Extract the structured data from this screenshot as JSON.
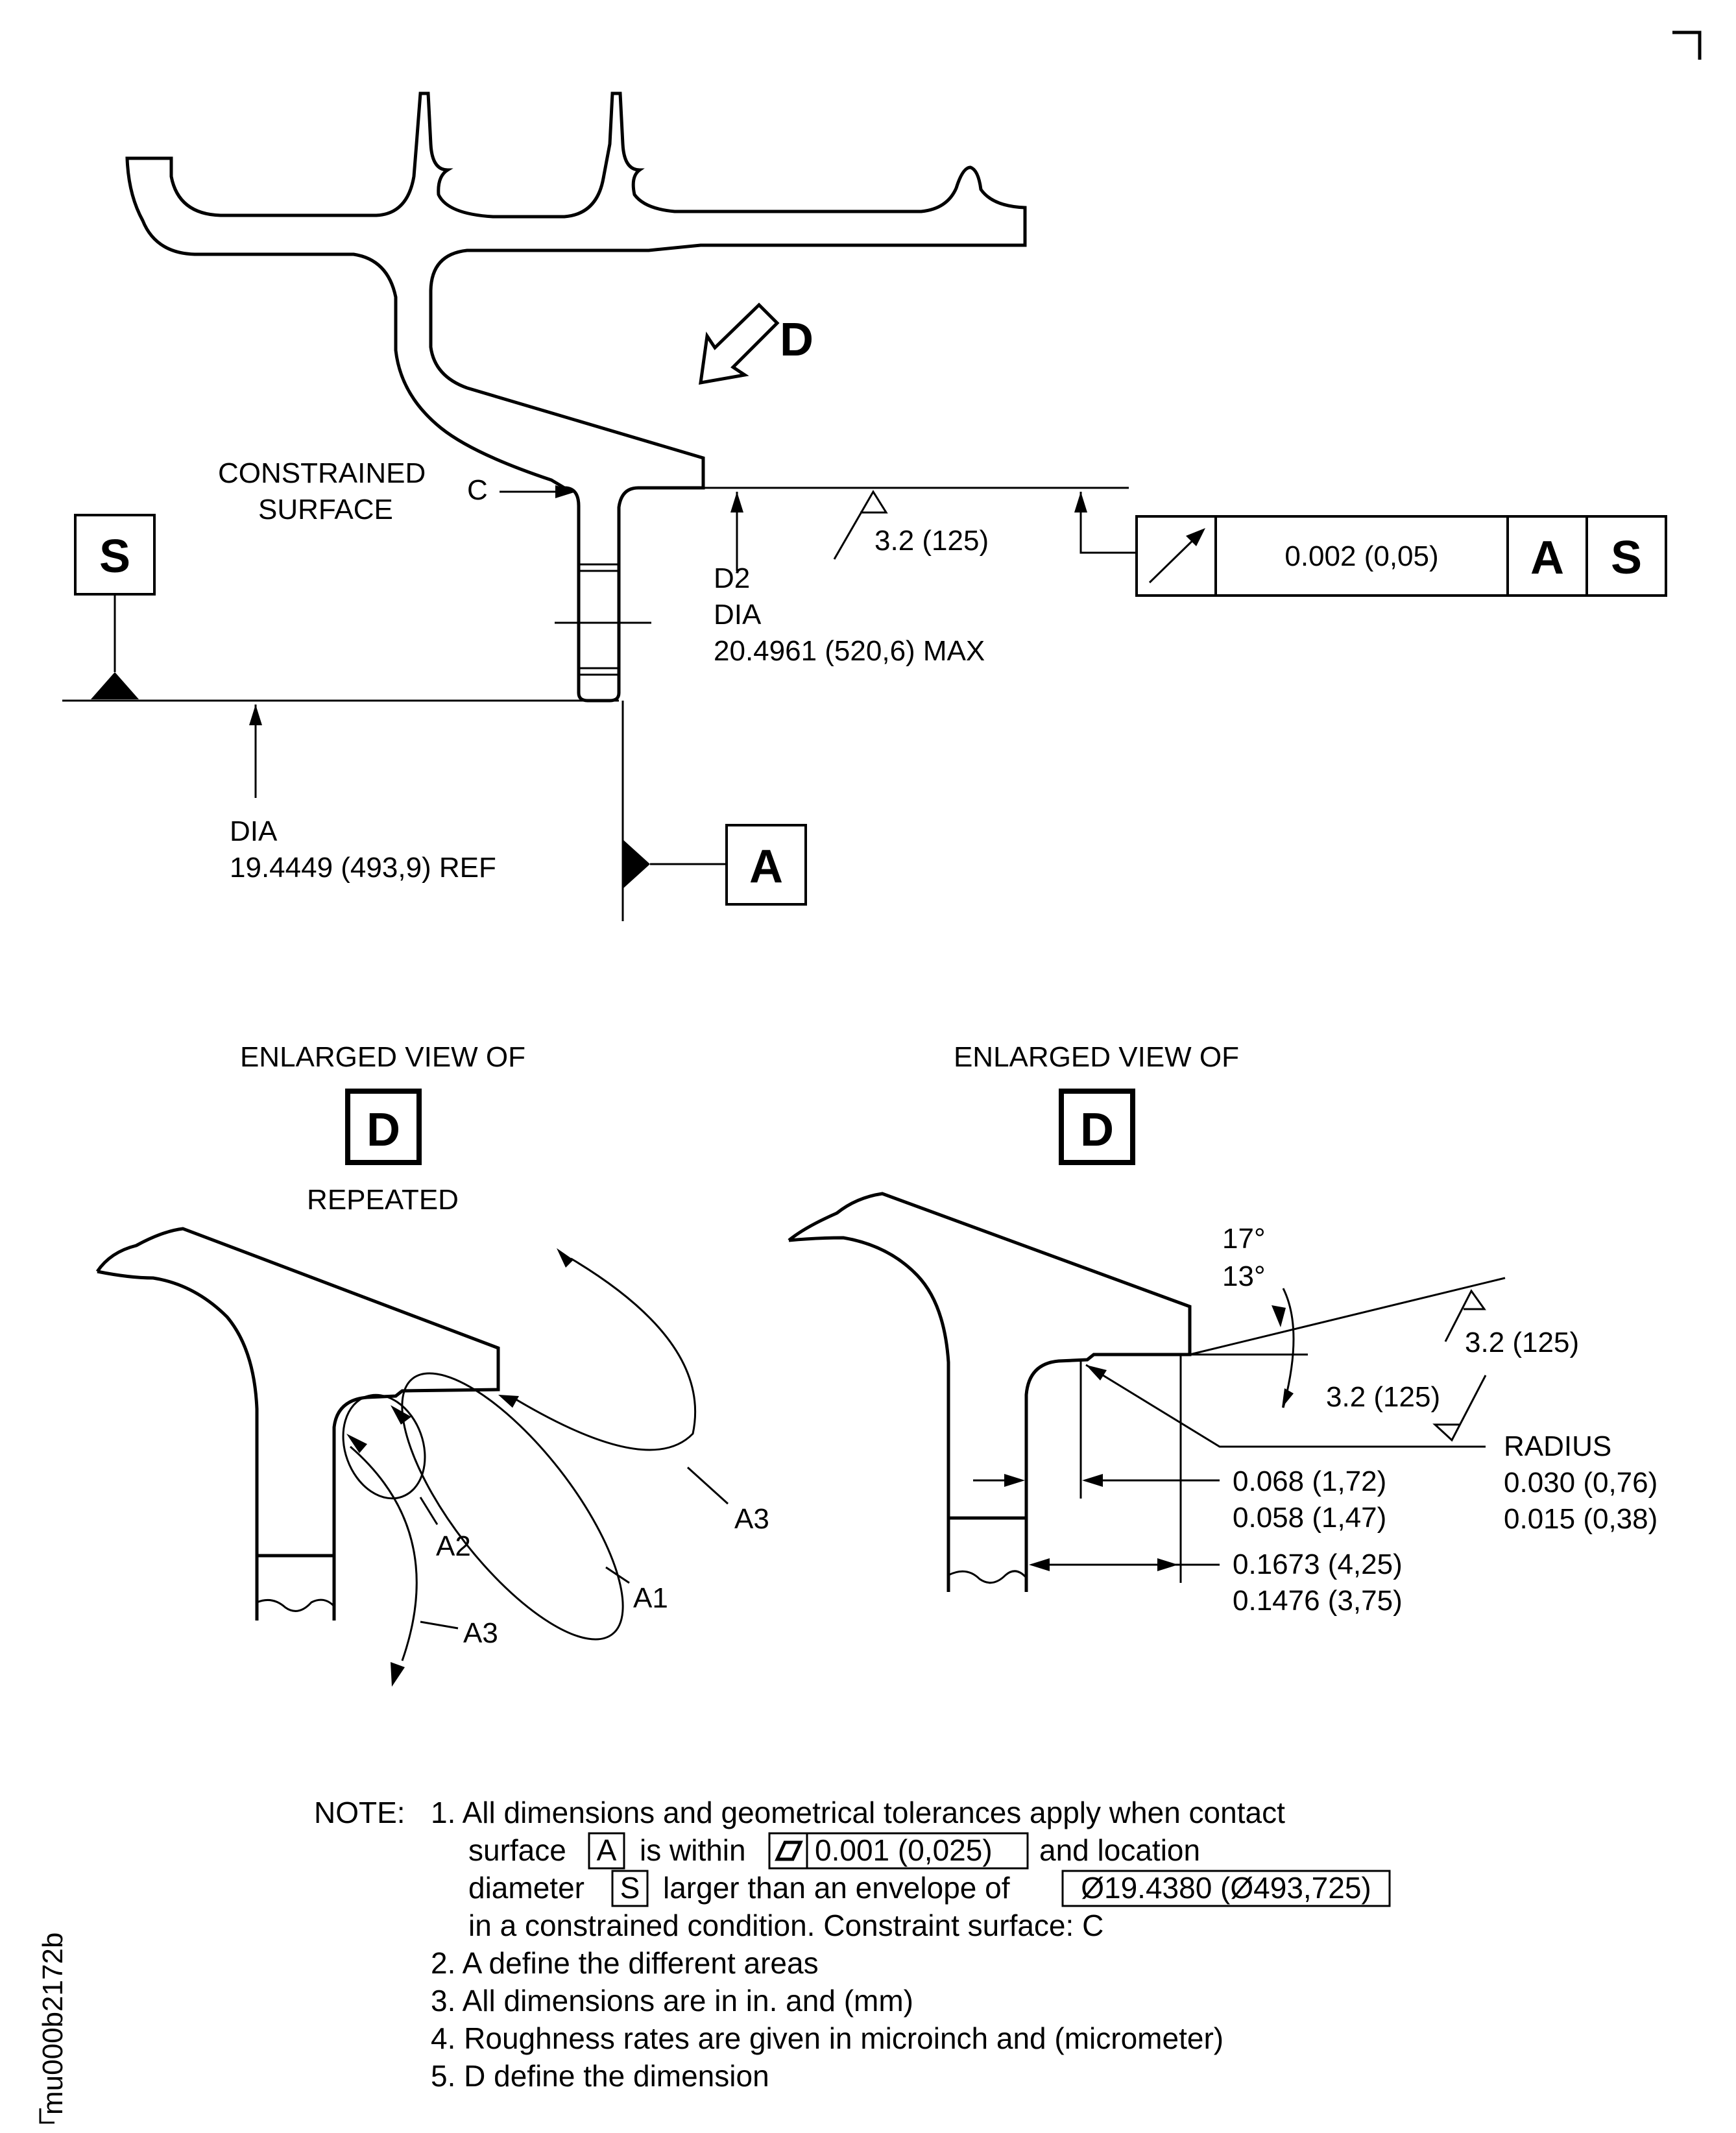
{
  "drawing_id": "mu000b2172b",
  "top_view": {
    "view_label": "D",
    "constrained_surface": [
      "CONSTRAINED",
      "SURFACE"
    ],
    "c_label": "C",
    "datum_s": "S",
    "datum_a": "A",
    "d2_lines": [
      "D2",
      "DIA",
      "20.4961 (520,6) MAX"
    ],
    "dia_ref_lines": [
      "DIA",
      "19.4449 (493,9) REF"
    ],
    "roughness": "3.2 (125)",
    "fcf": {
      "tolerance": "0.002 (0,05)",
      "ref_a": "A",
      "ref_s": "S"
    }
  },
  "enlarged_left": {
    "title": "ENLARGED VIEW OF",
    "view": "D",
    "subtitle": "REPEATED",
    "areas": {
      "a1": "A1",
      "a2": "A2",
      "a3_upper": "A3",
      "a3_lower": "A3"
    }
  },
  "enlarged_right": {
    "title": "ENLARGED VIEW OF",
    "view": "D",
    "angle_max": "17°",
    "angle_min": "13°",
    "roughness_upper": "3.2 (125)",
    "roughness_lower": "3.2 (125)",
    "radius_label": "RADIUS",
    "radius_max": "0.030 (0,76)",
    "radius_min": "0.015 (0,38)",
    "dim1_max": "0.068 (1,72)",
    "dim1_min": "0.058 (1,47)",
    "dim2_max": "0.1673 (4,25)",
    "dim2_min": "0.1476 (3,75)"
  },
  "notes": {
    "heading": "NOTE:",
    "n1_a": "1. All dimensions and geometrical tolerances apply when contact",
    "n1_b1": "surface",
    "n1_b_box_a": "A",
    "n1_b2": "is within",
    "n1_b_flat_val": "0.001   (0,025)",
    "n1_b3": "and location",
    "n1_c1": "diameter",
    "n1_c_box_s": "S",
    "n1_c2": "larger than an envelope of",
    "n1_c_box_dia": "Ø19.4380 (Ø493,725)",
    "n1_d": "in a constrained condition. Constraint surface: C",
    "n2": "2. A define the different areas",
    "n3": "3. All dimensions are in in. and (mm)",
    "n4": "4. Roughness rates are given in microinch and (micrometer)",
    "n5": "5. D define the dimension"
  }
}
